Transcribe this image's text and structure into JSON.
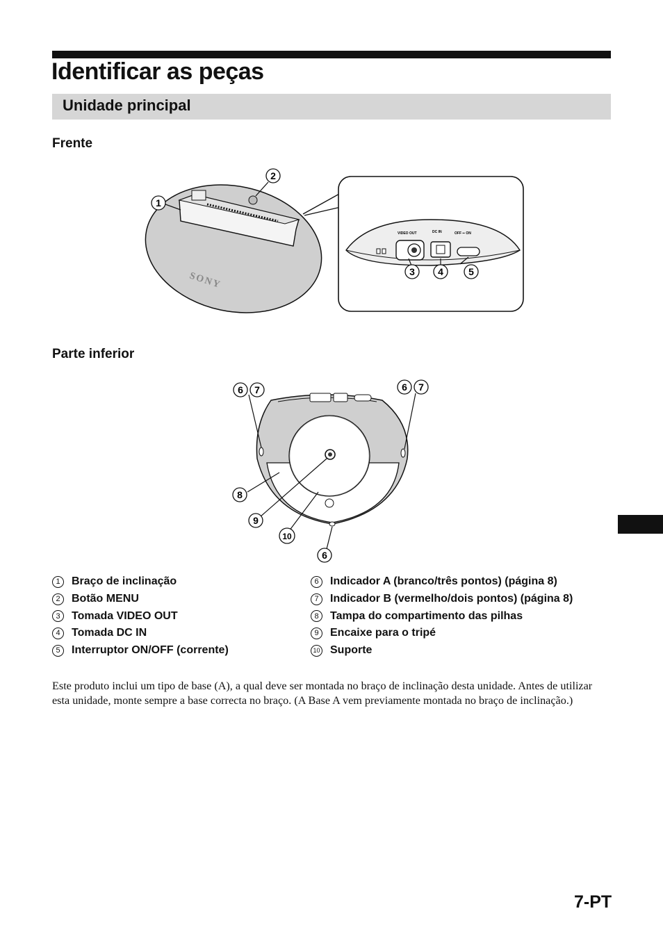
{
  "page": {
    "title": "Identificar as peças",
    "section": "Unidade principal",
    "page_number": "7-PT"
  },
  "figures": {
    "front": {
      "heading": "Frente",
      "brand": "SONY",
      "labels": {
        "video_out": "VIDEO OUT",
        "dc_in": "DC IN",
        "switch": "OFF ▪▪ ON"
      },
      "callouts": [
        "1",
        "2",
        "3",
        "4",
        "5"
      ]
    },
    "bottom": {
      "heading": "Parte inferior",
      "callouts": [
        "6",
        "7",
        "6",
        "7",
        "8",
        "9",
        "10",
        "6"
      ]
    }
  },
  "legend": {
    "left": [
      {
        "num": "1",
        "text": "Braço de inclinação"
      },
      {
        "num": "2",
        "text": "Botão MENU"
      },
      {
        "num": "3",
        "text": "Tomada VIDEO OUT"
      },
      {
        "num": "4",
        "text": "Tomada DC IN"
      },
      {
        "num": "5",
        "text": "Interruptor ON/OFF (corrente)"
      }
    ],
    "right": [
      {
        "num": "6",
        "text": "Indicador A (branco/três pontos) (página 8)"
      },
      {
        "num": "7",
        "text": "Indicador B (vermelho/dois pontos) (página 8)"
      },
      {
        "num": "8",
        "text": "Tampa do compartimento das pilhas"
      },
      {
        "num": "9",
        "text": "Encaixe para o tripé"
      },
      {
        "num": "10",
        "text": "Suporte"
      }
    ]
  },
  "body": "Este produto inclui um tipo de base (A), a qual deve ser montada no braço de inclinação desta unidade. Antes de utilizar esta unidade, monte sempre a base correcta no braço. (A Base A vem previamente montada no braço de inclinação.)"
}
